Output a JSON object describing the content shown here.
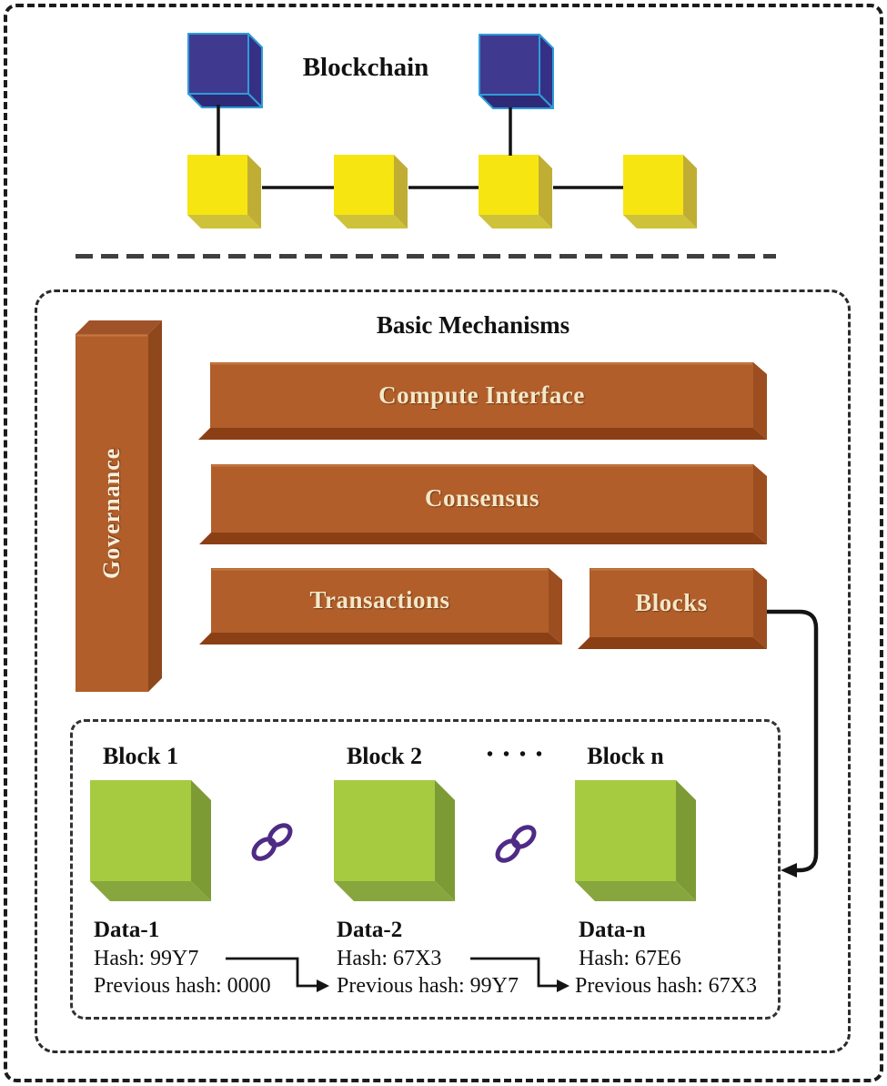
{
  "figure": {
    "top": {
      "title": "Blockchain"
    },
    "mechanisms": {
      "title": "Basic Mechanisms",
      "governance": "Governance",
      "bars": [
        {
          "label": "Compute Interface"
        },
        {
          "label": "Consensus"
        },
        {
          "label": "Transactions"
        },
        {
          "label": "Blocks"
        }
      ]
    },
    "chain": {
      "dots": "• • • •",
      "blocks": [
        {
          "title": "Block 1",
          "data_label": "Data-1",
          "hash": "Hash: 99Y7",
          "previous_hash": "Previous hash: 0000"
        },
        {
          "title": "Block 2",
          "data_label": "Data-2",
          "hash": "Hash: 67X3",
          "previous_hash": "Previous hash: 99Y7"
        },
        {
          "title": "Block n",
          "data_label": "Data-n",
          "hash": "Hash: 67E6",
          "previous_hash": "Previous hash: 67X3"
        }
      ]
    },
    "colors": {
      "brown_front": "#b15e2b",
      "brown_side": "#9c4e20",
      "brown_bottom": "#8b3f15",
      "blue_front": "#3f3a90",
      "blue_side": "#353085",
      "blue_bottom": "#2e2a78",
      "blue_edge": "#2f9cd8",
      "yellow_front": "#f7e512",
      "yellow_side": "#bfae33",
      "yellow_bottom": "#cec23a",
      "green_front": "#a6cb41",
      "green_side": "#7d9b35",
      "green_bottom": "#88a63e",
      "chain_link": "#4e2b85",
      "bar_label_text": "#f3e8c8",
      "line_color": "#141414"
    }
  }
}
